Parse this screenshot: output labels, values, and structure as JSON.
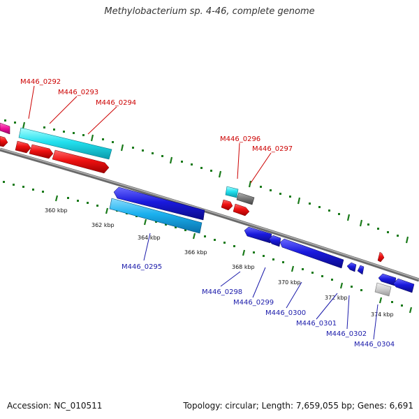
{
  "title": "Methylobacterium sp. 4-46, complete genome",
  "footer": {
    "accession": "Accession: NC_010511",
    "summary": "Topology: circular; Length: 7,659,055 bp; Genes: 6,691"
  },
  "colors": {
    "backbone": "#8a8a8a",
    "tick": "#1a7a1a",
    "label_top": "#cc0000",
    "label_bottom": "#1a1aaa",
    "cds_red": "#ee1111",
    "cds_blue": "#1a1add",
    "cds_cyan": "#22e0ee",
    "cds_lightblue": "#1ab0ee",
    "cds_gray": "#777777",
    "cds_magenta": "#ee1199"
  },
  "kbp_labels": [
    "360 kbp",
    "362 kbp",
    "364 kbp",
    "366 kbp",
    "368 kbp",
    "370 kbp",
    "372 kbp",
    "374 kbp"
  ],
  "genes_top": [
    "M446_0292",
    "M446_0293",
    "M446_0294",
    "M446_0296",
    "M446_0297"
  ],
  "genes_bottom": [
    "M446_0295",
    "M446_0298",
    "M446_0299",
    "M446_0300",
    "M446_0301",
    "M446_0302",
    "M446_0304"
  ]
}
